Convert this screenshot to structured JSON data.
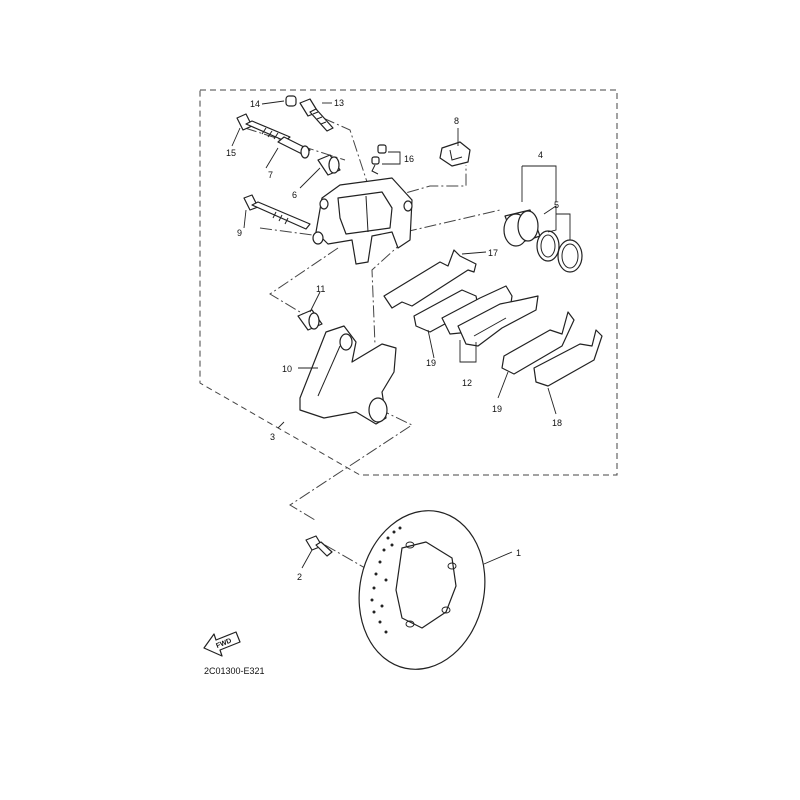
{
  "diagram_code": "2C01300-E321",
  "fwd_label": "FWD",
  "callouts": {
    "c1": "1",
    "c2": "2",
    "c3": "3",
    "c4": "4",
    "c5": "5",
    "c6": "6",
    "c7": "7",
    "c8": "8",
    "c9": "9",
    "c10": "10",
    "c11": "11",
    "c12": "12",
    "c13": "13",
    "c14": "14",
    "c15": "15",
    "c16": "16",
    "c17": "17",
    "c18": "18",
    "c19a": "19",
    "c19b": "19"
  }
}
